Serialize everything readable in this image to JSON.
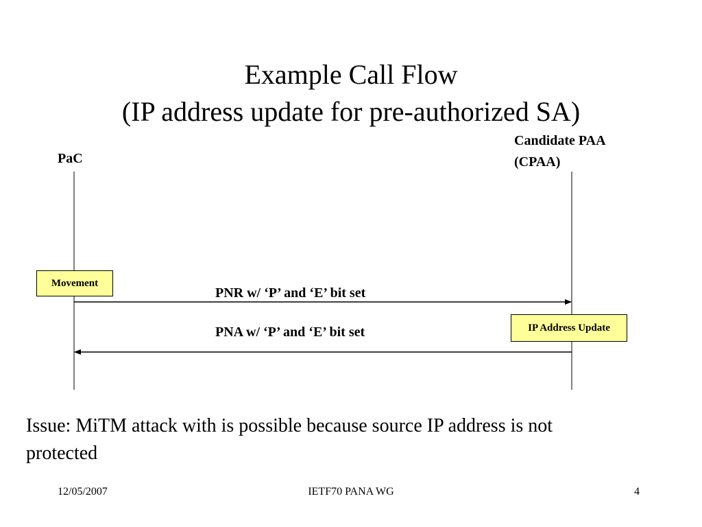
{
  "title": {
    "line1": "Example Call Flow",
    "line2": "(IP address update for pre-authorized SA)"
  },
  "actors": {
    "pac": "PaC",
    "cpaa_line1": "Candidate PAA",
    "cpaa_line2": "(CPAA)"
  },
  "boxes": {
    "movement": "Movement",
    "ip_address_update": "IP Address Update"
  },
  "messages": {
    "pnr": "PNR w/ ‘P’ and ‘E’ bit set",
    "pna": "PNA w/ ‘P’ and ‘E’ bit set"
  },
  "issue": "Issue: MiTM attack with is possible because source IP address is not protected",
  "footer": {
    "date": "12/05/2007",
    "center": "IETF70 PANA WG",
    "page": "4"
  },
  "colors": {
    "box_fill": "#ffff99",
    "line": "#000000"
  }
}
